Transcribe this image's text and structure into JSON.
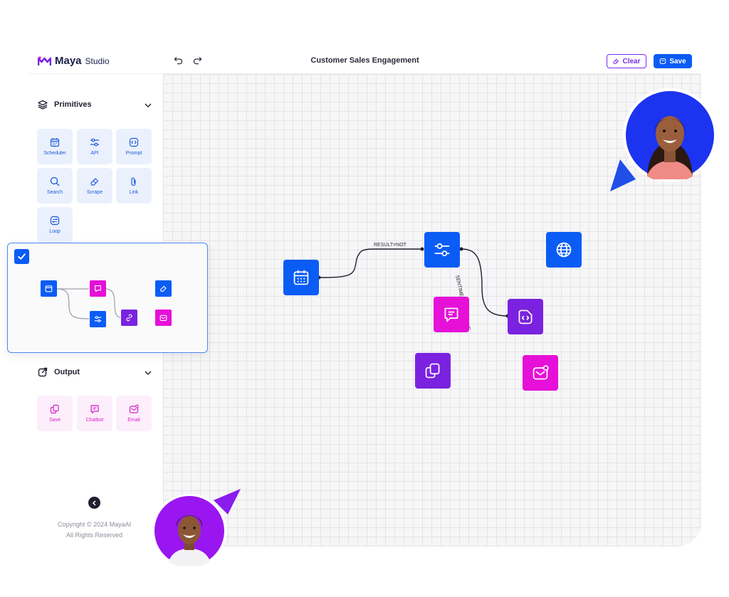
{
  "header": {
    "brand": "Maya",
    "brand_sub": "Studio",
    "title": "Customer Sales Engagement",
    "clear_label": "Clear",
    "save_label": "Save"
  },
  "sidebar": {
    "primitives": {
      "title": "Primitives",
      "items": [
        {
          "label": "Scheduler",
          "icon": "calendar-icon"
        },
        {
          "label": "API",
          "icon": "sliders-icon"
        },
        {
          "label": "Prompt",
          "icon": "code-icon"
        },
        {
          "label": "Search",
          "icon": "search-icon"
        },
        {
          "label": "Scrape",
          "icon": "eraser-icon"
        },
        {
          "label": "Link",
          "icon": "paperclip-icon"
        },
        {
          "label": "Loop",
          "icon": "loop-icon"
        }
      ]
    },
    "output": {
      "title": "Output",
      "items": [
        {
          "label": "Save",
          "icon": "copy-icon"
        },
        {
          "label": "Chatbot",
          "icon": "chat-icon"
        },
        {
          "label": "Email",
          "icon": "mail-icon"
        }
      ]
    },
    "copyright_line1": "Copyright © 2024 MayaAI",
    "copyright_line2": "All Rights Reserved"
  },
  "canvas": {
    "edge_labels": {
      "result": "RESULT=NOT",
      "sentiment": "SENTIMENT=NEGATIVE"
    }
  },
  "colors": {
    "accent_blue": "#0a5cf5",
    "accent_pink": "#e610d8",
    "accent_purple": "#7a22e0"
  }
}
